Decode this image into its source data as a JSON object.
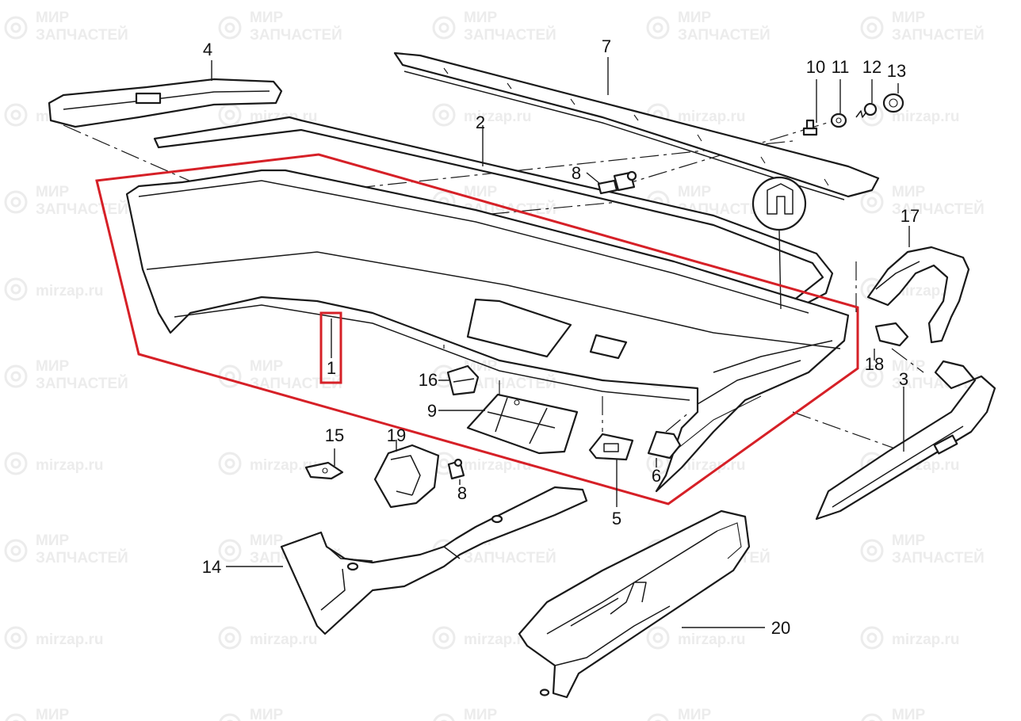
{
  "watermark": {
    "brand_line1": "МИР",
    "brand_line2": "ЗАПЧАСТЕЙ",
    "domain": "mirzap.ru",
    "color": "#ececec"
  },
  "highlight": {
    "color": "#d62027",
    "target_part": "1"
  },
  "callouts": {
    "p1": "1",
    "p2": "2",
    "p3": "3",
    "p4": "4",
    "p5": "5",
    "p6": "6",
    "p7": "7",
    "p8a": "8",
    "p8b": "8",
    "p9": "9",
    "p10": "10",
    "p11": "11",
    "p12": "12",
    "p13": "13",
    "p14": "14",
    "p15": "15",
    "p16": "16",
    "p17": "17",
    "p18": "18",
    "p19": "19",
    "p20": "20"
  }
}
